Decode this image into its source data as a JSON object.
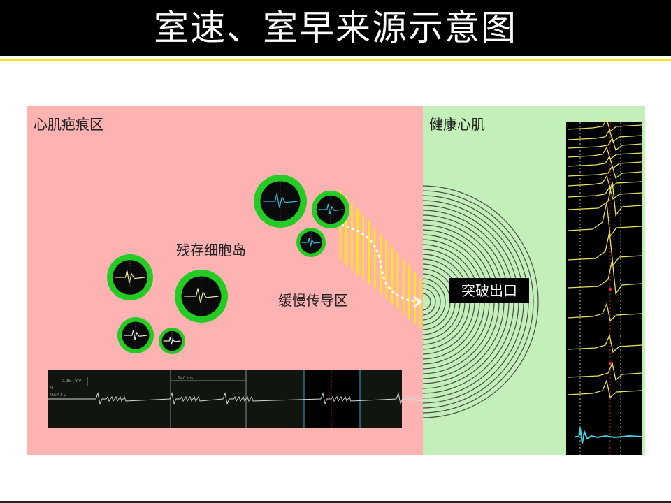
{
  "title": "室速、室早来源示意图",
  "zones": {
    "scar_label": "心肌疤痕区",
    "healthy_label": "健康心肌"
  },
  "labels": {
    "residual_islands": "残存细胞岛",
    "slow_conduction": "缓慢传导区",
    "breakthrough": "突破出口"
  },
  "ecg_strip": {
    "scale": "0.26",
    "unit": "[mV]",
    "lead_m": "M",
    "lead_map": "MAP 1-2",
    "interval": "540 ms"
  },
  "colors": {
    "scar": "#ffb2b2",
    "healthy": "#c2f0b8",
    "island_ring": "#22cc22",
    "wavefront": "#ffee00",
    "header_accent": "#f2e60f"
  }
}
